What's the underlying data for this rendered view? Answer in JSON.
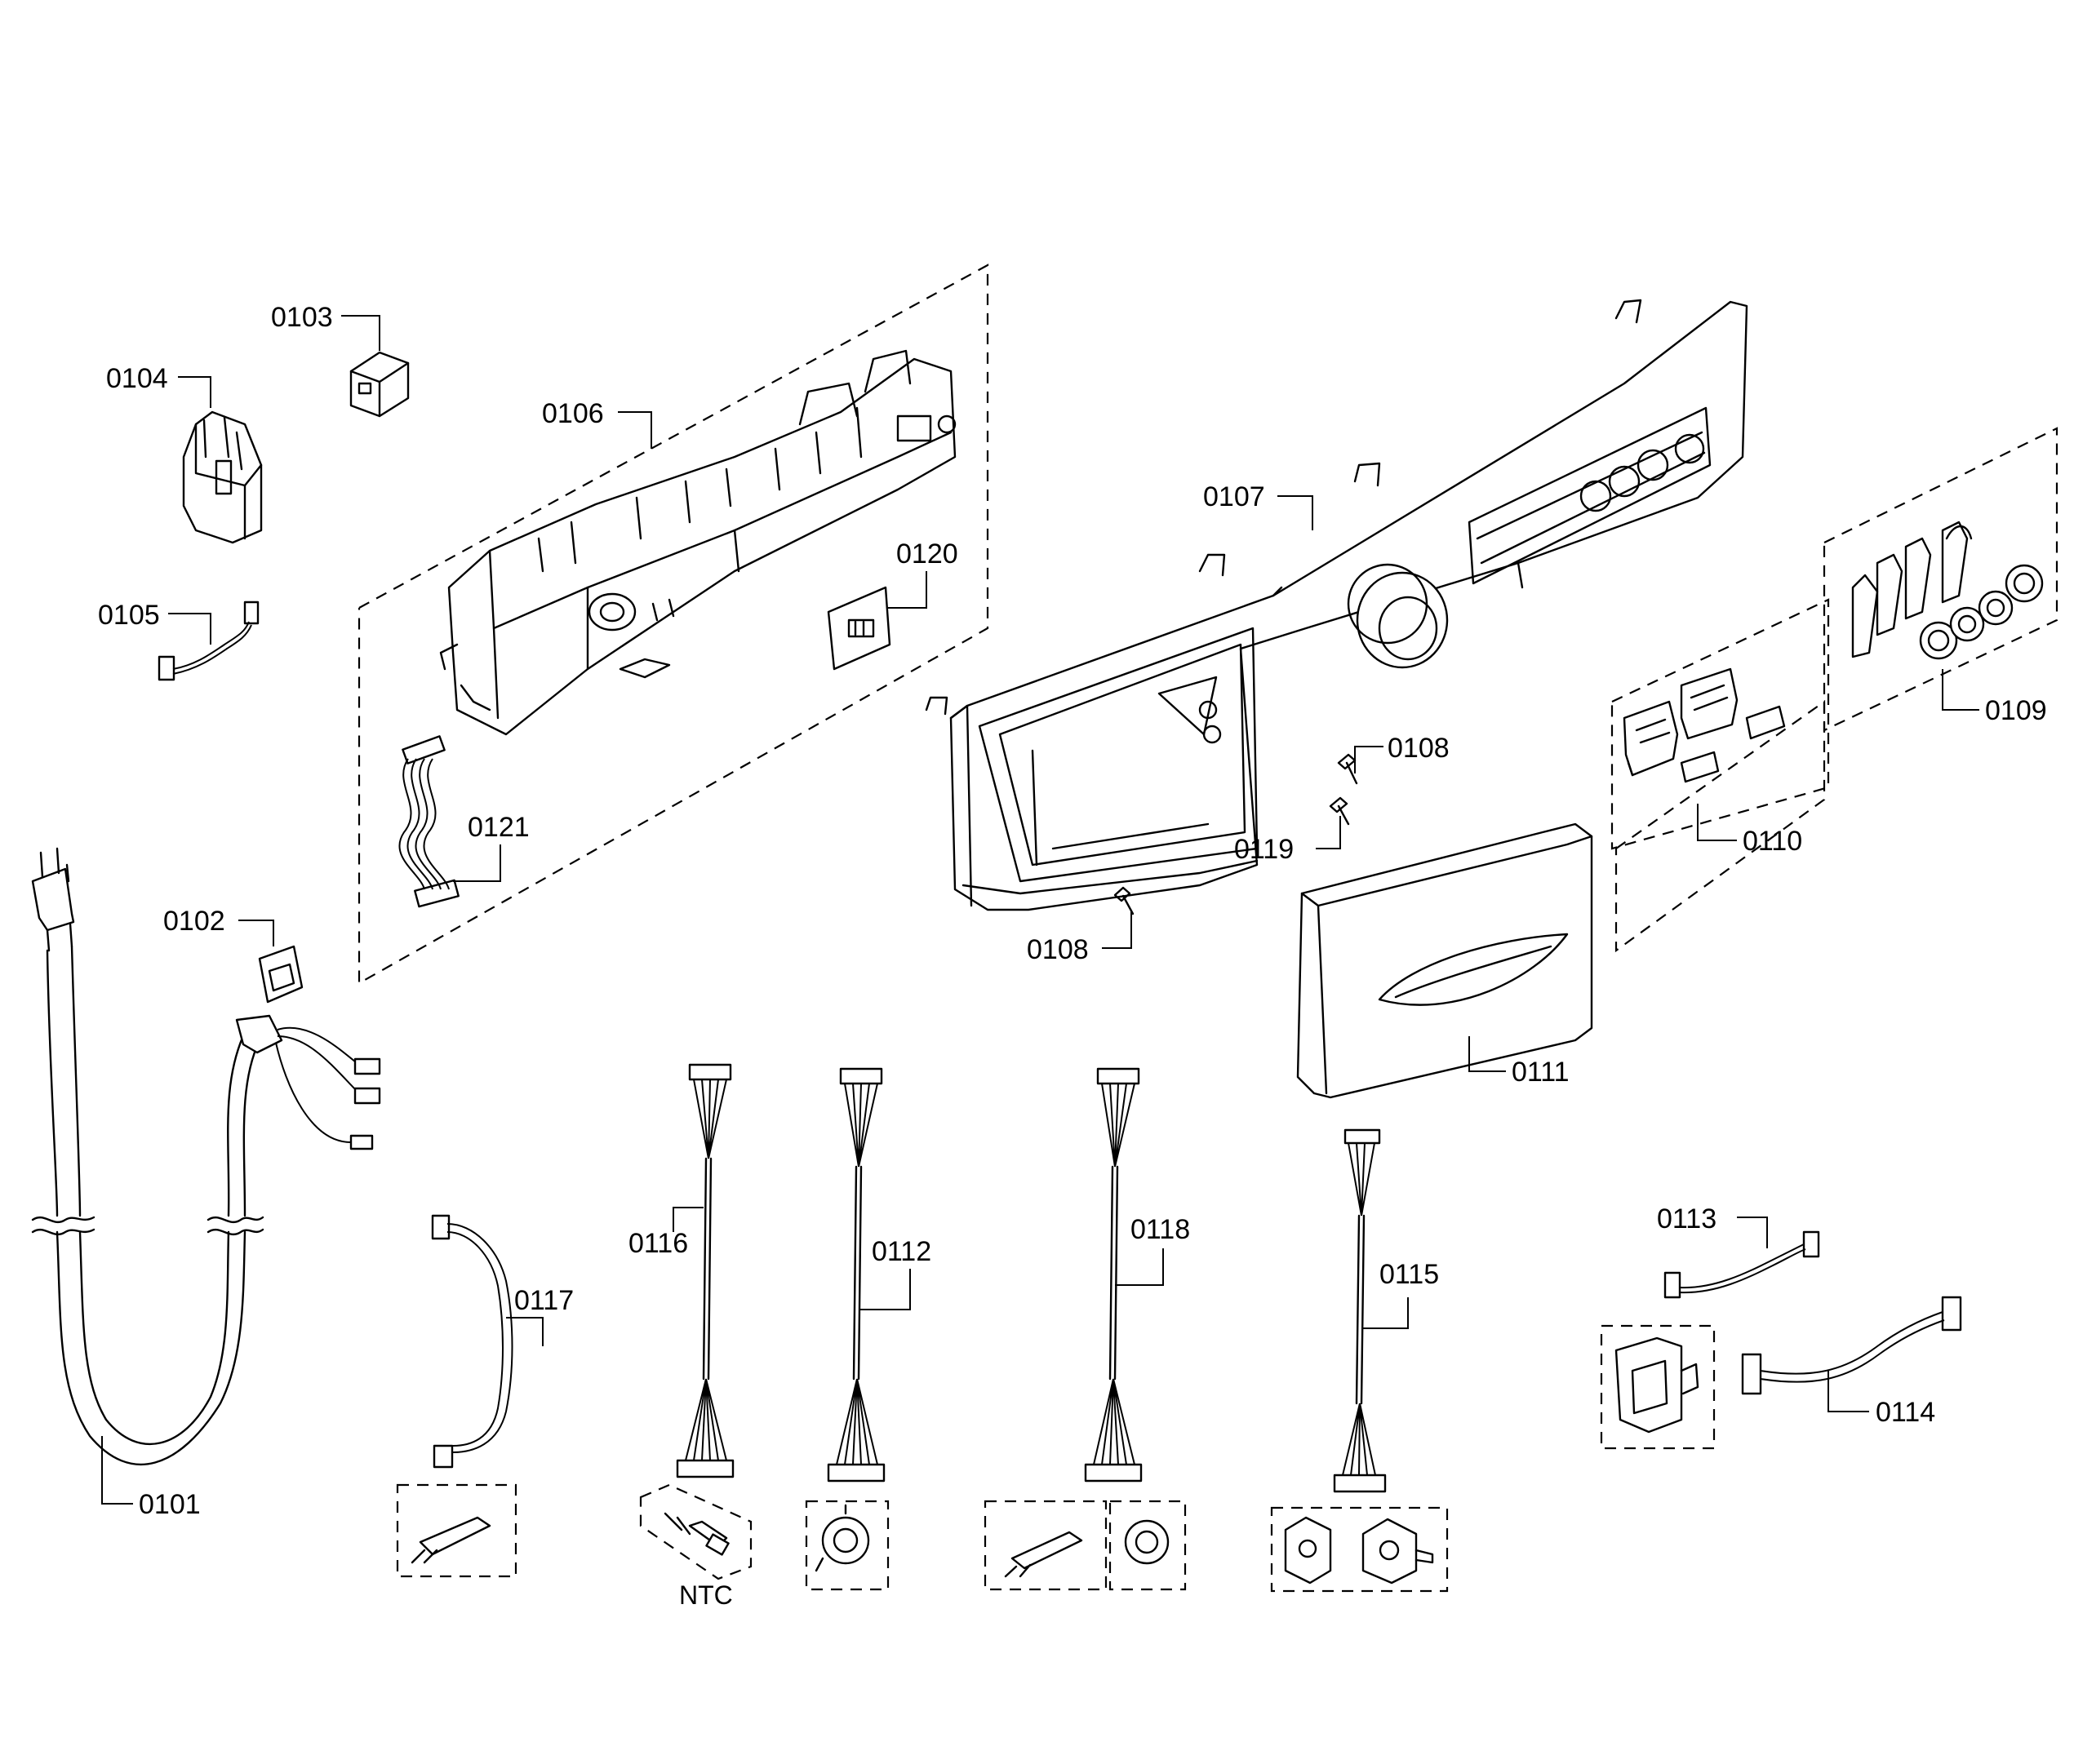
{
  "labels": {
    "p0101": "0101",
    "p0102": "0102",
    "p0103": "0103",
    "p0104": "0104",
    "p0105": "0105",
    "p0106": "0106",
    "p0107": "0107",
    "p0108a": "0108",
    "p0108b": "0108",
    "p0109": "0109",
    "p0110": "0110",
    "p0111": "0111",
    "p0112": "0112",
    "p0113": "0113",
    "p0114": "0114",
    "p0115": "0115",
    "p0116": "0116",
    "p0117": "0117",
    "p0118": "0118",
    "p0119": "0119",
    "p0120": "0120",
    "p0121": "0121"
  },
  "ntc_label": "NTC"
}
